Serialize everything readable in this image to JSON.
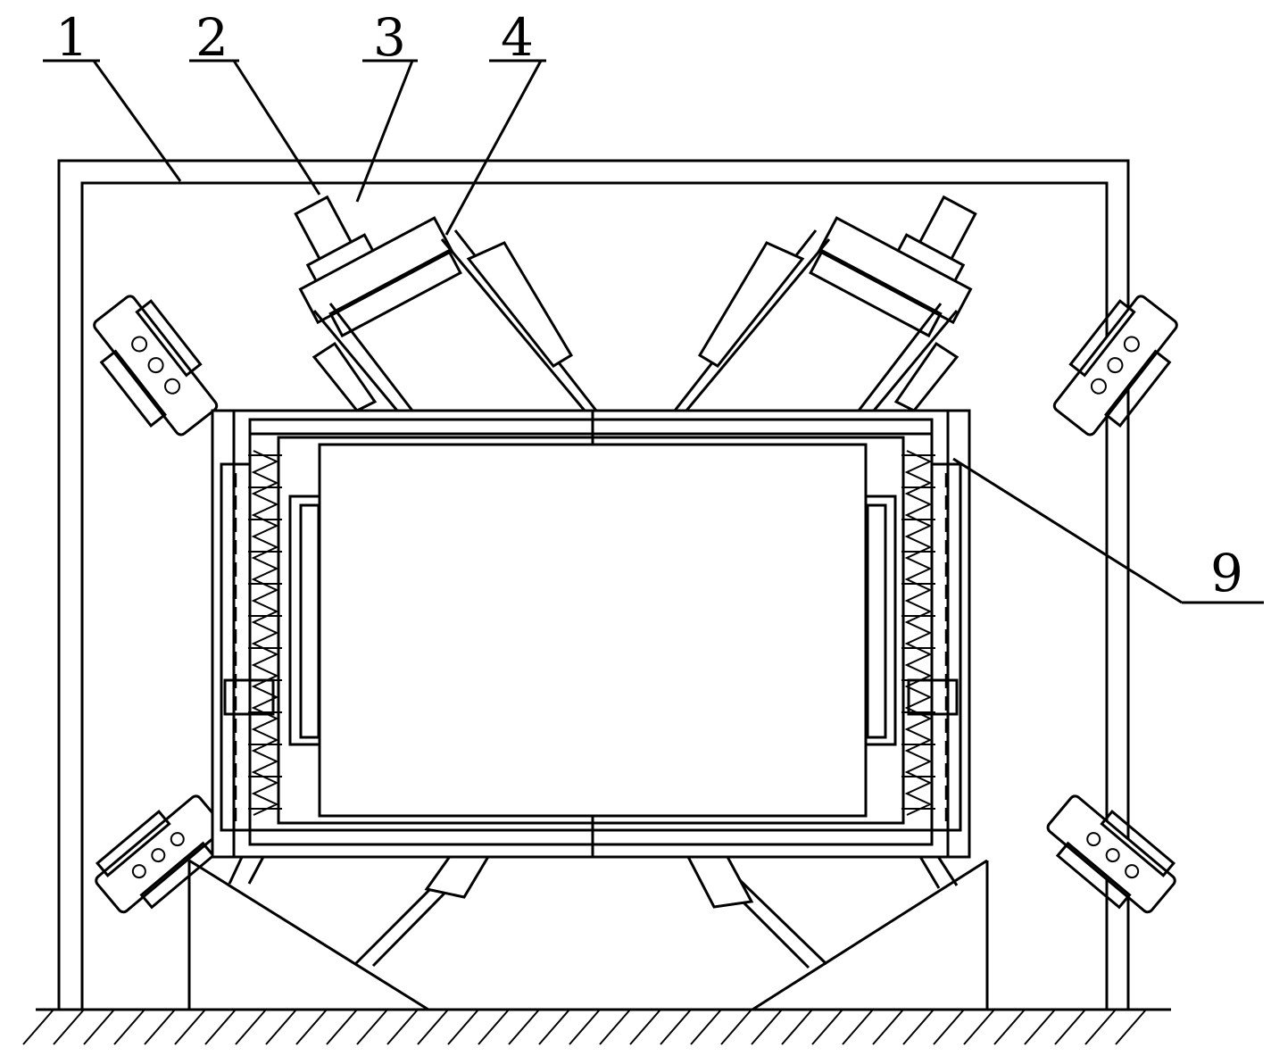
{
  "figure": {
    "callouts": [
      {
        "id": "1",
        "text": "1"
      },
      {
        "id": "2",
        "text": "2"
      },
      {
        "id": "3",
        "text": "3"
      },
      {
        "id": "4",
        "text": "4"
      },
      {
        "id": "9",
        "text": "9"
      }
    ]
  }
}
